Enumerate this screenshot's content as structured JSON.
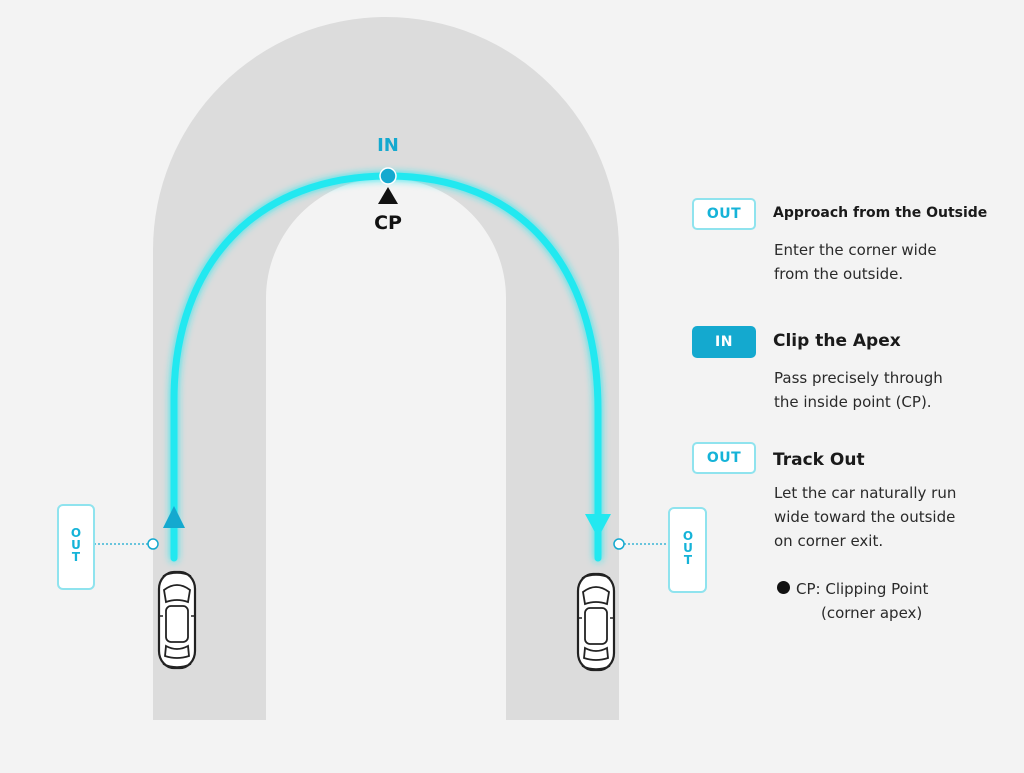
{
  "diagram": {
    "apex_in_label": "IN",
    "apex_cp_label": "CP",
    "left_out_label": "OUT",
    "right_out_label": "OUT"
  },
  "legend": [
    {
      "badge": "OUT",
      "badge_style": "outline",
      "title": "Approach from the Outside",
      "description": "Enter the corner wide\nfrom the outside."
    },
    {
      "badge": "IN",
      "badge_style": "filled",
      "title": "Clip the Apex",
      "description": "Pass precisely through\nthe inside point (CP)."
    },
    {
      "badge": "OUT",
      "badge_style": "outline",
      "title": "Track Out",
      "description": "Let the car naturally run\nwide toward the outside\non corner exit."
    }
  ],
  "note": {
    "line1": "CP: Clipping Point",
    "line2": "(corner apex)"
  },
  "colors": {
    "background": "#f3f3f3",
    "road": "#dcdcdc",
    "racing_line": "#22e8f0",
    "accent": "#14a9cf",
    "outline_badge_border": "#8fe3ee"
  },
  "icons": [
    "up-arrow-icon",
    "down-arrow-icon",
    "apex-triangle-icon",
    "car-icon",
    "dot-bullet-icon"
  ]
}
